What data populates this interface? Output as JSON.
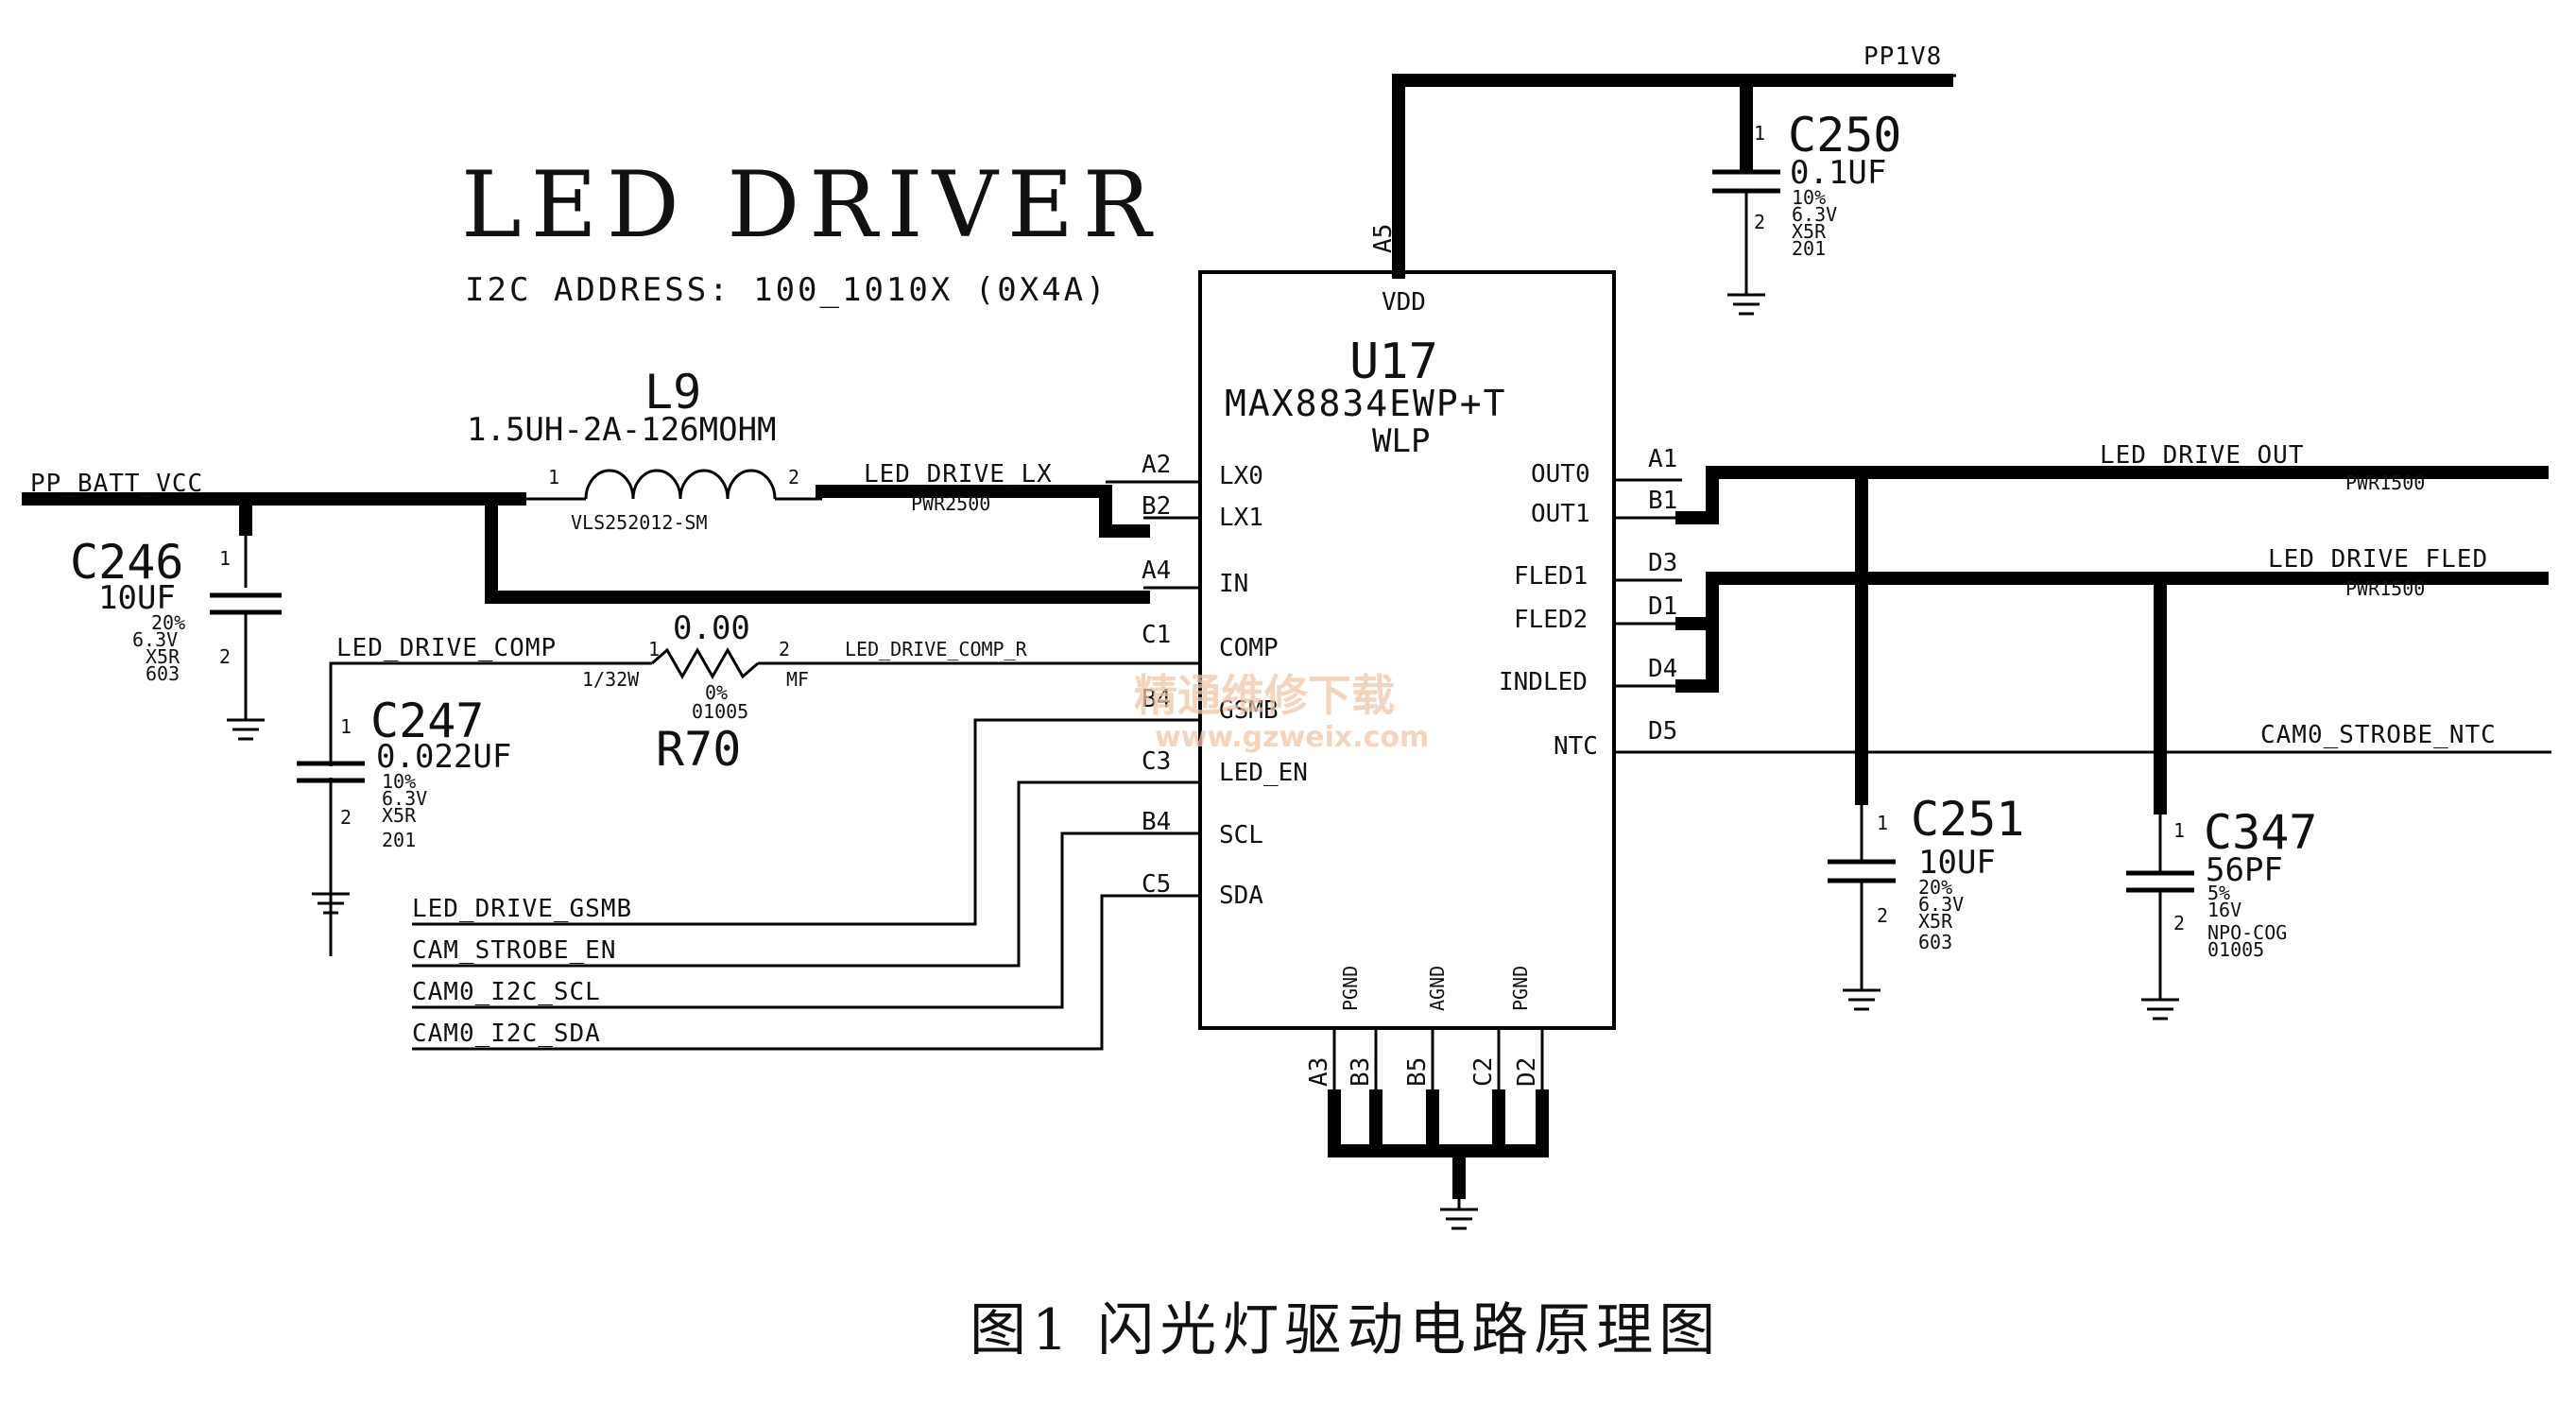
{
  "header": {
    "title": "LED DRIVER",
    "i2c_address": "I2C ADDRESS: 100_1010X (0X4A)"
  },
  "u17": {
    "refdes": "U17",
    "part": "MAX8834EWP+T",
    "package": "WLP",
    "vdd_label": "VDD",
    "vdd_pin": "A5",
    "left_pins": [
      {
        "ball": "A2",
        "name": "LX0"
      },
      {
        "ball": "B2",
        "name": "LX1"
      },
      {
        "ball": "A4",
        "name": "IN"
      },
      {
        "ball": "C1",
        "name": "COMP"
      },
      {
        "ball": "B4",
        "name": "GSMB"
      },
      {
        "ball": "C3",
        "name": "LED_EN"
      },
      {
        "ball": "B4",
        "name": "SCL"
      },
      {
        "ball": "C5",
        "name": "SDA"
      }
    ],
    "right_pins": [
      {
        "ball": "A1",
        "name": "OUT0"
      },
      {
        "ball": "B1",
        "name": "OUT1"
      },
      {
        "ball": "D3",
        "name": "FLED1"
      },
      {
        "ball": "D1",
        "name": "FLED2"
      },
      {
        "ball": "D4",
        "name": "INDLED"
      },
      {
        "ball": "D5",
        "name": "NTC"
      }
    ],
    "bottom_labels": [
      "PGND",
      "AGND",
      "PGND"
    ],
    "bottom_pins": [
      "A3",
      "B3",
      "B5",
      "C2",
      "D2"
    ]
  },
  "nets": {
    "pp1v8": "PP1V8",
    "pp_batt_vcc": "PP_BATT_VCC",
    "led_drive_lx": "LED_DRIVE_LX",
    "led_drive_lx_width": "PWR2500",
    "led_drive_comp": "LED_DRIVE_COMP",
    "led_drive_comp_r": "LED_DRIVE_COMP_R",
    "led_drive_out": "LED_DRIVE_OUT",
    "led_drive_out_width": "PWR1500",
    "led_drive_fled": "LED_DRIVE_FLED",
    "led_drive_fled_width": "PWR1500",
    "cam0_strobe_ntc": "CAM0_STROBE_NTC",
    "led_drive_gsmb": "LED_DRIVE_GSMB",
    "cam_strobe_en": "CAM_STROBE_EN",
    "cam0_i2c_scl": "CAM0_I2C_SCL",
    "cam0_i2c_sda": "CAM0_I2C_SDA"
  },
  "components": {
    "l9": {
      "refdes": "L9",
      "value": "1.5UH-2A-126MOHM",
      "part": "VLS252012-SM",
      "pin1": "1",
      "pin2": "2"
    },
    "c246": {
      "refdes": "C246",
      "value": "10UF",
      "specs": [
        "20%",
        "6.3V",
        "X5R",
        "603"
      ],
      "pin1": "1",
      "pin2": "2"
    },
    "c247": {
      "refdes": "C247",
      "value": "0.022UF",
      "specs": [
        "10%",
        "6.3V",
        "X5R",
        "201"
      ],
      "pin1": "1",
      "pin2": "2"
    },
    "r70": {
      "refdes": "R70",
      "value": "0.00",
      "specs": [
        "1/32W",
        "0%",
        "01005",
        "MF"
      ],
      "pin1": "1",
      "pin2": "2"
    },
    "c250": {
      "refdes": "C250",
      "value": "0.1UF",
      "specs": [
        "10%",
        "6.3V",
        "X5R",
        "201"
      ],
      "pin1": "1",
      "pin2": "2"
    },
    "c251": {
      "refdes": "C251",
      "value": "10UF",
      "specs": [
        "20%",
        "6.3V",
        "X5R",
        "603"
      ],
      "pin1": "1",
      "pin2": "2"
    },
    "c347": {
      "refdes": "C347",
      "value": "56PF",
      "specs": [
        "5%",
        "16V",
        "NPO-COG",
        "01005"
      ],
      "pin1": "1",
      "pin2": "2"
    }
  },
  "watermark": {
    "cn": "精通维修下载",
    "url": "www.gzweix.com"
  },
  "caption": "图1  闪光灯驱动电路原理图"
}
